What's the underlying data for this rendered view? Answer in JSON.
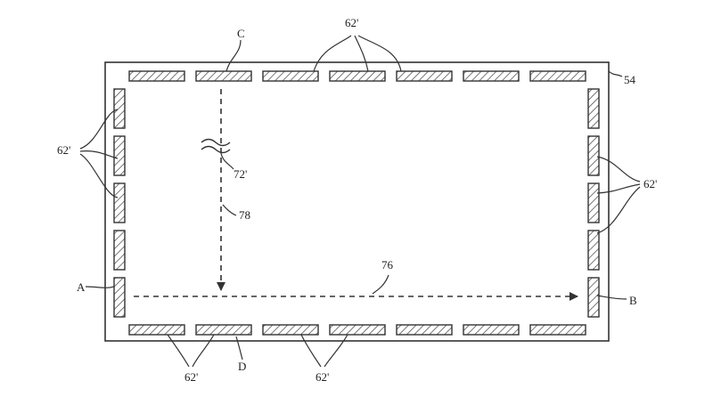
{
  "labels": {
    "label_62_top": "62'",
    "label_c": "C",
    "label_54": "54",
    "label_62_left": "62'",
    "label_72": "72'",
    "label_62_right": "62'",
    "label_78": "78",
    "label_76": "76",
    "label_a": "A",
    "label_b": "B",
    "label_62_bottom_left": "62'",
    "label_d": "D",
    "label_62_bottom_right": "62'"
  },
  "colors": {
    "stroke": "#333333",
    "hatch": "#555555",
    "background": "#ffffff"
  }
}
